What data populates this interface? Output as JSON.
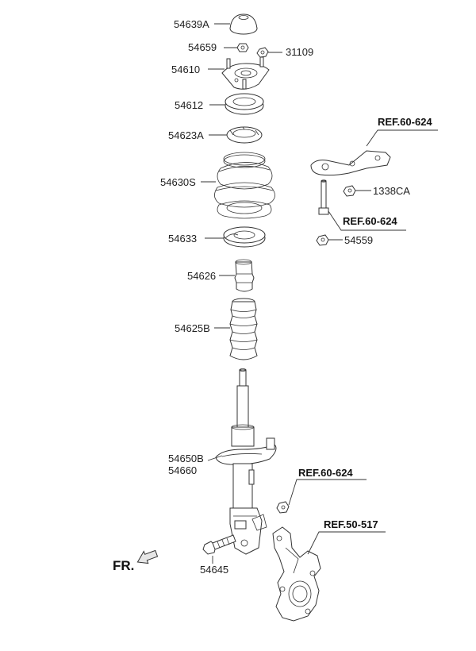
{
  "parts": {
    "p54639A": "54639A",
    "p54659": "54659",
    "p31109": "31109",
    "p54610": "54610",
    "p54612": "54612",
    "p54623A": "54623A",
    "p54630S": "54630S",
    "p54633": "54633",
    "p54626": "54626",
    "p54625B": "54625B",
    "p54650B": "54650B",
    "p54660": "54660",
    "p54645": "54645",
    "p1338CA": "1338CA",
    "p54559": "54559"
  },
  "refs": {
    "ref_stab_link_top": "REF.60-624",
    "ref_stab_link_mid": "REF.60-624",
    "ref_strut_nut": "REF.60-624",
    "ref_knuckle": "REF.50-517"
  },
  "direction": {
    "front_label": "FR."
  },
  "colors": {
    "line": "#333333",
    "background": "#ffffff"
  }
}
